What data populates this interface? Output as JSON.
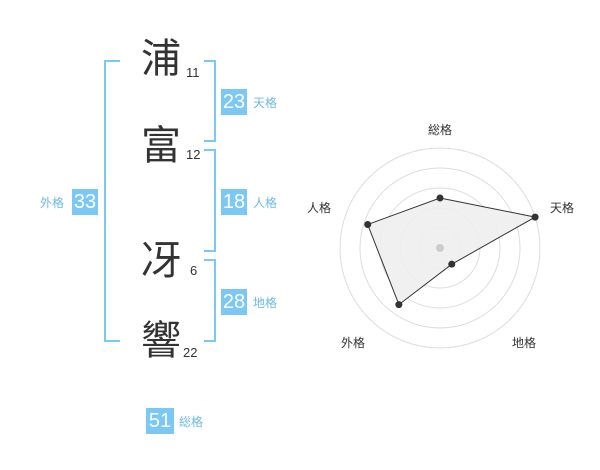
{
  "name": {
    "characters": [
      {
        "char": "浦",
        "strokes": "11"
      },
      {
        "char": "富",
        "strokes": "12"
      },
      {
        "char": "冴",
        "strokes": "6"
      },
      {
        "char": "響",
        "strokes": "22"
      }
    ]
  },
  "fortune": {
    "tenkaku": {
      "value": "23",
      "label": "天格"
    },
    "jinkaku": {
      "value": "18",
      "label": "人格"
    },
    "chikaku": {
      "value": "28",
      "label": "地格"
    },
    "gaikaku": {
      "value": "33",
      "label": "外格"
    },
    "soukaku": {
      "value": "51",
      "label": "総格"
    }
  },
  "radar": {
    "axes": [
      "総格",
      "天格",
      "地格",
      "外格",
      "人格"
    ],
    "levels": 5,
    "values": [
      2.5,
      5,
      1,
      3.5,
      3.8
    ],
    "colors": {
      "grid": "#dddddd",
      "fill": "#eeeeee",
      "line": "#333333",
      "center": "#cccccc"
    }
  },
  "colors": {
    "accent": "#7cc8f5",
    "label": "#6db9e8",
    "text": "#333333"
  }
}
